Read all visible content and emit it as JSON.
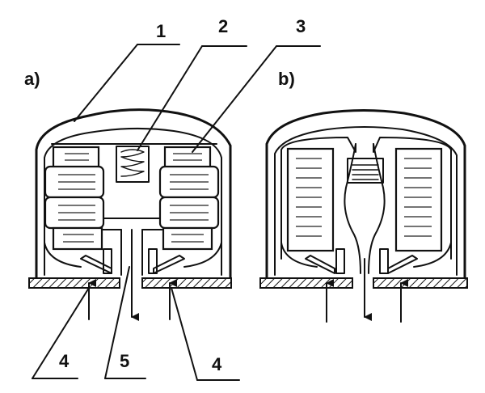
{
  "labels": {
    "panel_a": "a)",
    "panel_b": "b)",
    "callout_1": "1",
    "callout_2": "2",
    "callout_3": "3",
    "callout_4_left": "4",
    "callout_5": "5",
    "callout_4_right": "4"
  }
}
